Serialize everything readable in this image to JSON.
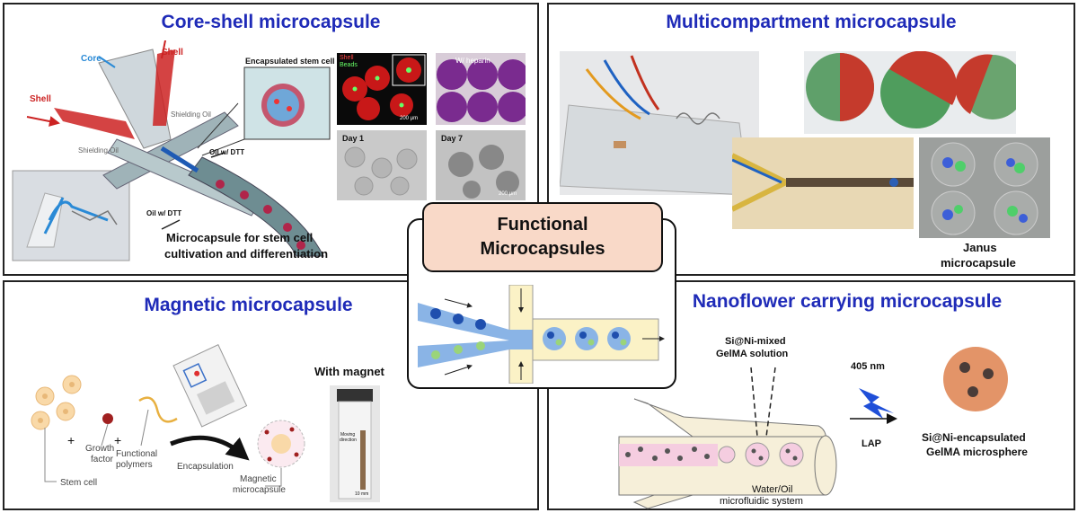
{
  "center": {
    "line1": "Functional",
    "line2": "Microcapsules"
  },
  "core_shell": {
    "title": "Core-shell microcapsule",
    "label_core": "Core",
    "label_shell_top": "Shell",
    "label_shell_left": "Shell",
    "label_encapsulated": "Encapsulated stem cell",
    "label_shield_oil_1": "Shielding Oil",
    "label_shield_oil_2": "Shielding Oil",
    "label_oil_dtt_1": "Oil w/ DTT",
    "label_oil_dtt_2": "Oil w/ DTT",
    "micro_shell": "Shell",
    "micro_beads": "Beads",
    "micro_heparin": "W/ heparin",
    "micro_day1": "Day 1",
    "micro_day7": "Day 7",
    "scale_200a": "200 μm",
    "scale_200b": "200 μm",
    "caption_line1": "Microcapsule for stem cell",
    "caption_line2": "cultivation and differentiation"
  },
  "multicompartment": {
    "title": "Multicompartment microcapsule",
    "caption_line1": "Janus",
    "caption_line2": "microcapsule"
  },
  "magnetic": {
    "title": "Magnetic microcapsule",
    "label_stem_cell": "Stem cell",
    "label_growth_line1": "Growth",
    "label_growth_line2": "factor",
    "label_functional_line1": "Functional",
    "label_functional_line2": "polymers",
    "label_encapsulation": "Encapsulation",
    "label_magnetic_line1": "Magnetic",
    "label_magnetic_line2": "microcapsule",
    "label_with_magnet": "With magnet",
    "label_moving_line1": "Moving",
    "label_moving_line2": "direction",
    "scale_10mm": "10 mm",
    "plus1": "+",
    "plus2": "+"
  },
  "nanoflower": {
    "title": "Nanoflower carrying microcapsule",
    "label_solution_line1": "Si@Ni-mixed",
    "label_solution_line2": "GelMA solution",
    "label_405": "405 nm",
    "label_lap": "LAP",
    "label_system_line1": "Water/Oil",
    "label_system_line2": "microfluidic system",
    "label_product_line1": "Si@Ni-encapsulated",
    "label_product_line2": "GelMA microsphere"
  }
}
